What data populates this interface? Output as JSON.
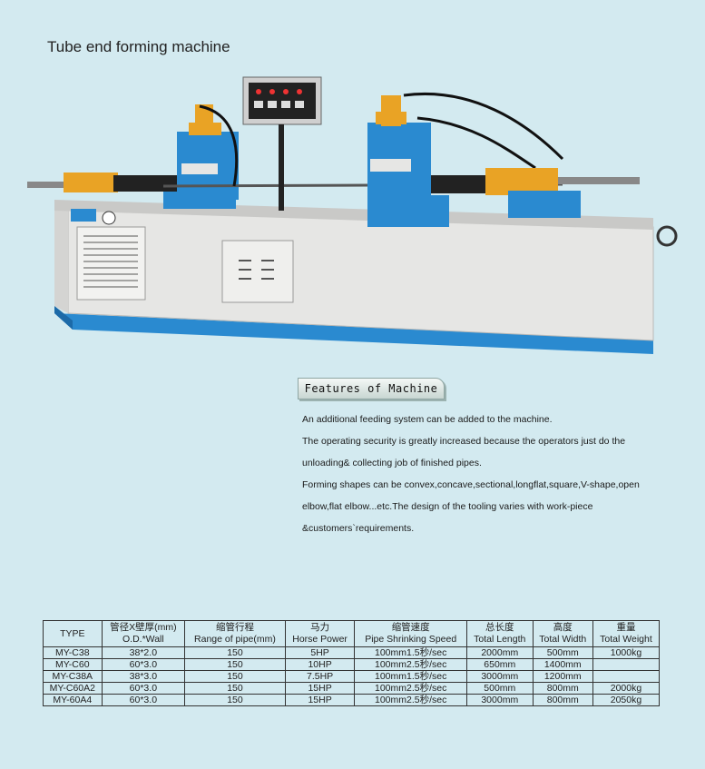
{
  "title": "Tube end forming machine",
  "machine_image": {
    "panel_color": "#e6e6e4",
    "blue": "#2a8ad0",
    "orange": "#e9a325"
  },
  "features": {
    "heading": "Features of Machine",
    "lines": [
      "An additional feeding system can be added to the machine.",
      "The operating security is greatly increased because the operators just do the",
      "unloading& collecting job of finished pipes.",
      "Forming shapes can be convex,concave,sectional,longflat,square,V-shape,open",
      "elbow,flat elbow...etc.The design of the tooling varies with work-piece",
      "&customers`requirements."
    ]
  },
  "table": {
    "headers": [
      {
        "cn": "",
        "en": "TYPE"
      },
      {
        "cn": "管径X壁厚(mm)",
        "en": "O.D.*Wall"
      },
      {
        "cn": "缩管行程",
        "en": "Range of pipe(mm)"
      },
      {
        "cn": "马力",
        "en": "Horse Power"
      },
      {
        "cn": "缩管速度",
        "en": "Pipe Shrinking Speed"
      },
      {
        "cn": "总长度",
        "en": "Total Length"
      },
      {
        "cn": "高度",
        "en": "Total Width"
      },
      {
        "cn": "重量",
        "en": "Total Weight"
      }
    ],
    "rows": [
      [
        "MY-C38",
        "38*2.0",
        "150",
        "5HP",
        "100mm1.5秒/sec",
        "2000mm",
        "500mm",
        "1000kg"
      ],
      [
        "MY-C60",
        "60*3.0",
        "150",
        "10HP",
        "100mm2.5秒/sec",
        "650mm",
        "1400mm",
        ""
      ],
      [
        "MY-C38A",
        "38*3.0",
        "150",
        "7.5HP",
        "100mm1.5秒/sec",
        "3000mm",
        "1200mm",
        ""
      ],
      [
        "MY-C60A2",
        "60*3.0",
        "150",
        "15HP",
        "100mm2.5秒/sec",
        "500mm",
        "800mm",
        "2000kg"
      ],
      [
        "MY-60A4",
        "60*3.0",
        "150",
        "15HP",
        "100mm2.5秒/sec",
        "3000mm",
        "800mm",
        "2050kg"
      ]
    ]
  }
}
